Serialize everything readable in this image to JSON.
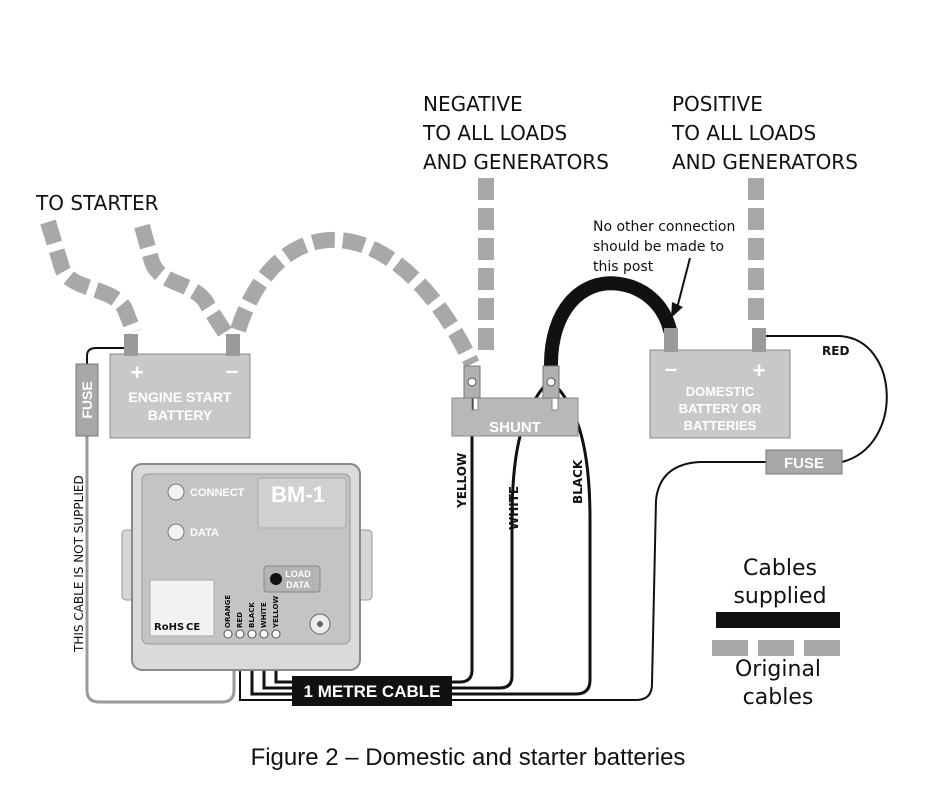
{
  "labels": {
    "to_starter": "TO STARTER",
    "negative": [
      "NEGATIVE",
      "TO ALL LOADS",
      "AND GENERATORS"
    ],
    "positive": [
      "POSITIVE",
      "TO ALL LOADS",
      "AND GENERATORS"
    ],
    "note": [
      "No other connection",
      "should be made to",
      "this post"
    ],
    "red": "RED",
    "cable_not_supplied": "THIS CABLE IS NOT SUPPLIED",
    "yellow": "YELLOW",
    "white": "WHITE",
    "black": "BLACK",
    "metre_cable": "1 METRE CABLE",
    "caption": "Figure 2 – Domestic and starter batteries"
  },
  "components": {
    "fuse_left": "FUSE",
    "fuse_right": "FUSE",
    "engine_battery": [
      "ENGINE START",
      "BATTERY"
    ],
    "domestic_battery": [
      "DOMESTIC",
      "BATTERY OR",
      "BATTERIES"
    ],
    "shunt": "SHUNT",
    "plus_sign": "+",
    "minus_sign": "–"
  },
  "monitor": {
    "title": "BM-1",
    "connect": "CONNECT",
    "data": "DATA",
    "load_data": [
      "LOAD",
      "DATA"
    ],
    "rohs": "RoHS",
    "ce": "CE",
    "terminals": [
      "ORANGE",
      "RED",
      "BLACK",
      "WHITE",
      "YELLOW"
    ]
  },
  "legend": {
    "supplied": [
      "Cables",
      "supplied"
    ],
    "original": [
      "Original",
      "cables"
    ]
  }
}
